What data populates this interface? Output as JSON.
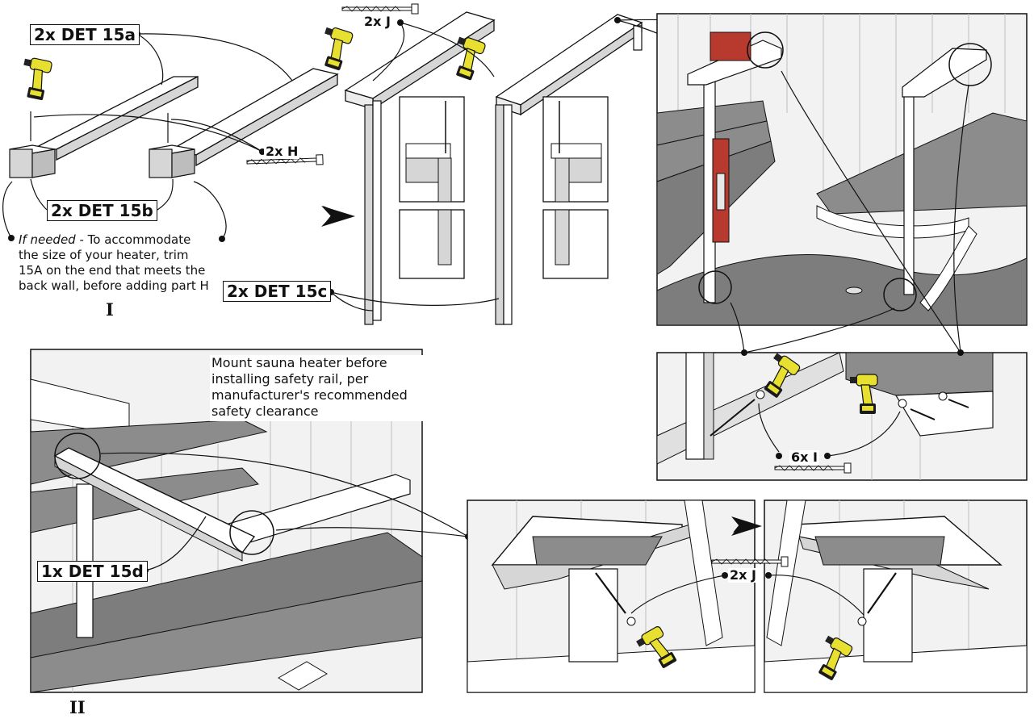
{
  "labels": {
    "det15a": "2x DET 15a",
    "det15b": "2x DET 15b",
    "det15c": "2x DET 15c",
    "det15d": "1x DET 15d",
    "screwH": "2x H",
    "screwJ_top": "2x J",
    "screwI": "6x I",
    "screwJ_bottom": "2x J"
  },
  "step_numbers": {
    "step1": "I",
    "step2": "II"
  },
  "notes": {
    "trim_prefix": "If needed",
    "trim_text": " - To accommodate the size of your heater, trim 15A on the end that meets the back wall, before adding part H",
    "heater": "Mount sauna heater before installing safety rail, per manufacturer's recommended safety clearance"
  },
  "colors": {
    "line": "#111111",
    "wall": "#f2f2f2",
    "floor": "#7d7d7d",
    "bench": "#8c8c8c",
    "wood_light": "#ffffff",
    "wood_shade": "#d6d6d6",
    "drill_yellow": "#e8e030",
    "drill_black": "#1a1a1a",
    "level_red": "#b83a2e"
  },
  "icons": [
    "drill-icon",
    "screw-icon",
    "level-icon",
    "arrow-right-icon"
  ]
}
